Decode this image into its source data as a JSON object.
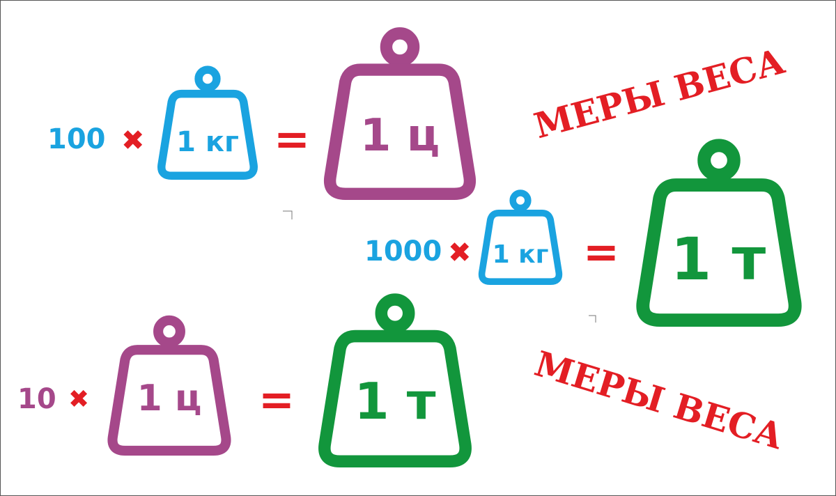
{
  "colors": {
    "blue": "#1aa3e0",
    "purple": "#a5488a",
    "green": "#12963c",
    "red": "#e31e24"
  },
  "equations": [
    {
      "multiplier": "100",
      "times_sign": "✖",
      "small_weight_label": "1 кг",
      "equals_sign": "=",
      "big_weight_label": "1 ц"
    },
    {
      "multiplier": "1000",
      "times_sign": "✖",
      "small_weight_label": "1 кг",
      "equals_sign": "=",
      "big_weight_label": "1 т"
    },
    {
      "multiplier": "10",
      "times_sign": "✖",
      "small_weight_label": "1 ц",
      "equals_sign": "=",
      "big_weight_label": "1 т"
    }
  ],
  "titles": [
    "МЕРЫ ВЕСА",
    "МЕРЫ ВЕСА"
  ]
}
